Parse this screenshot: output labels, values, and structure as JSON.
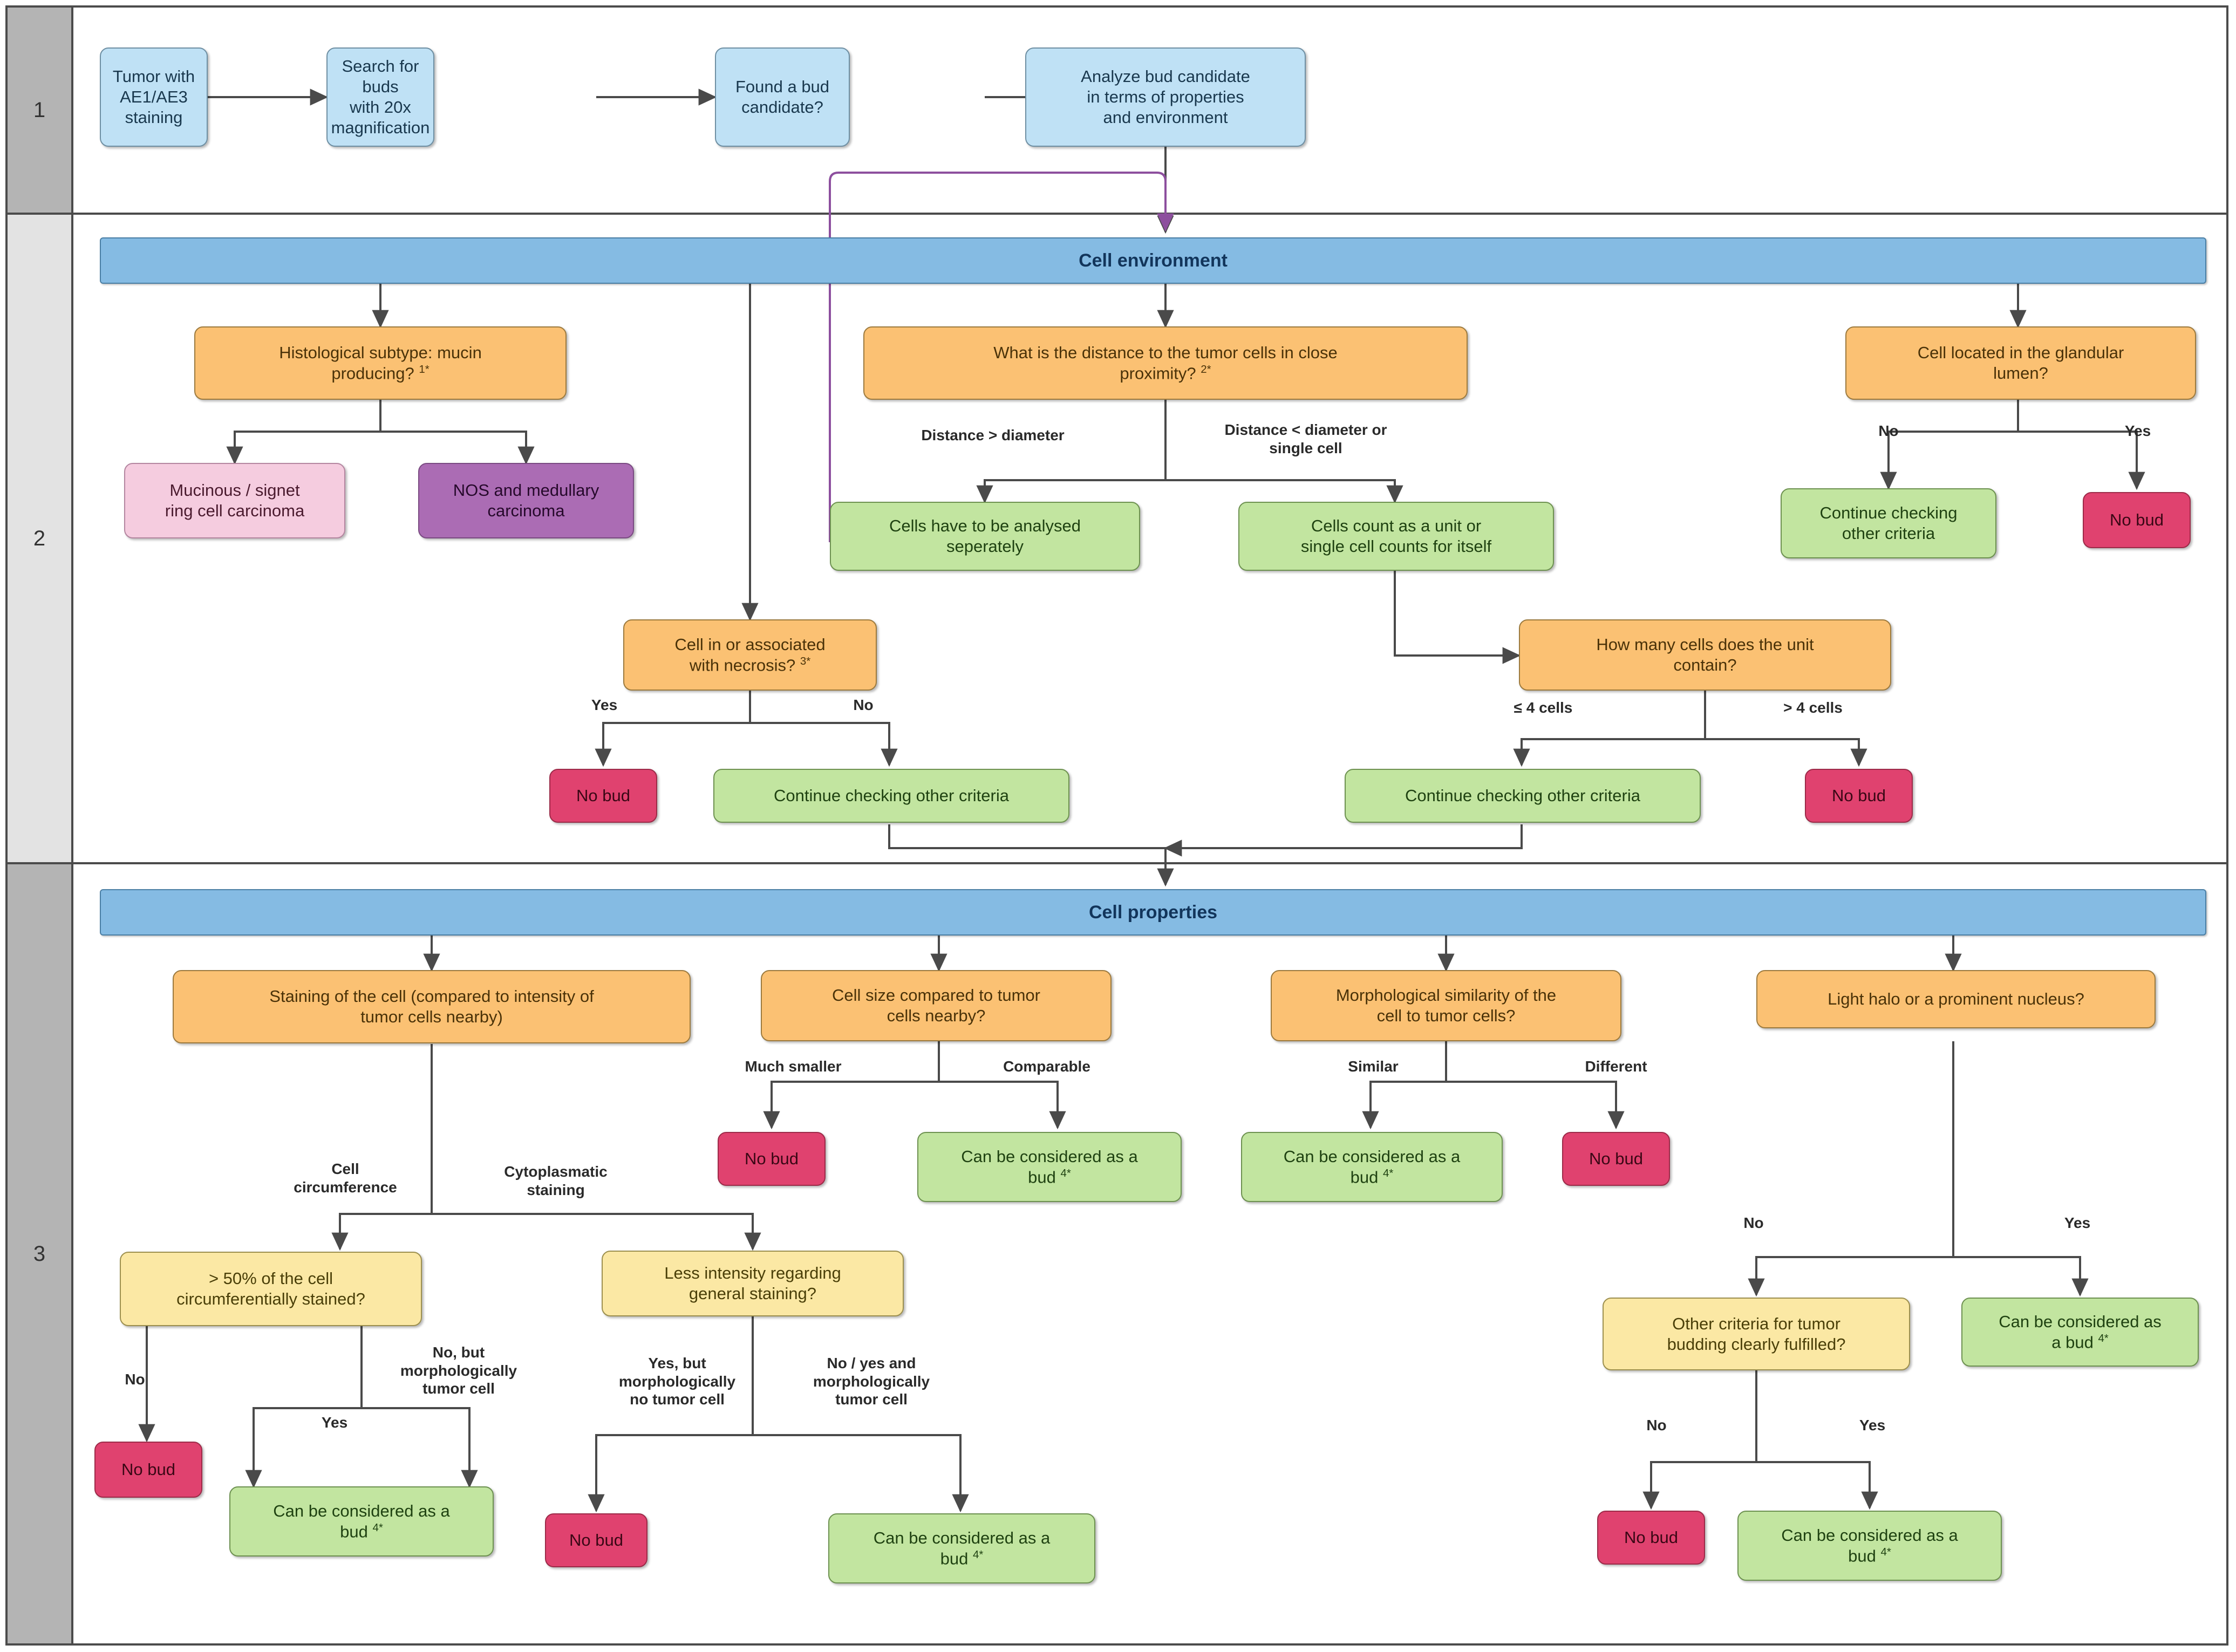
{
  "rows": [
    {
      "number": "1"
    },
    {
      "number": "2"
    },
    {
      "number": "3"
    }
  ],
  "sections": [
    {
      "id": "cell-environment",
      "title": "Cell environment"
    },
    {
      "id": "cell-properties",
      "title": "Cell properties"
    }
  ],
  "row1": {
    "n1": "Tumor with\nAE1/AE3 staining",
    "n2": "Search for buds\nwith 20x\nmagnification",
    "n3": "Found a bud\ncandidate?",
    "n4": "Analyze bud candidate\nin terms of properties\nand environment"
  },
  "row2": {
    "q_histological": "Histological subtype: mucin\nproducing? 1*",
    "r_mucinous": "Mucinous / signet\nring cell carcinoma",
    "r_nos": "NOS and medullary\ncarcinoma",
    "q_distance": "What is the distance to the tumor cells in close\nproximity? 2*",
    "lbl_dist_gt": "Distance > diameter",
    "lbl_dist_lt": "Distance < diameter or\nsingle cell",
    "r_separately": "Cells have to be analysed\nseperately",
    "r_unit": "Cells count as a unit or\nsingle cell counts for itself",
    "q_glandular": "Cell located in the glandular\nlumen?",
    "lbl_gland_no": "No",
    "lbl_gland_yes": "Yes",
    "r_gland_continue": "Continue checking\nother criteria",
    "r_gland_nobud": "No bud",
    "q_necrosis": "Cell in or associated\nwith necrosis? 3*",
    "lbl_necro_yes": "Yes",
    "lbl_necro_no": "No",
    "r_necro_nobud": "No bud",
    "r_necro_continue": "Continue checking other criteria",
    "q_howmany": "How many cells does the unit\ncontain?",
    "lbl_le4": "≤ 4 cells",
    "lbl_gt4": "> 4 cells",
    "r_le4_continue": "Continue checking other criteria",
    "r_gt4_nobud": "No bud"
  },
  "row3": {
    "q_staining": "Staining of the cell (compared to intensity of\ntumor cells nearby)",
    "lbl_circumference": "Cell\ncircumference",
    "lbl_cytoplasmatic": "Cytoplasmatic\nstaining",
    "q_50pct": "> 50% of the cell\ncircumferentially stained?",
    "lbl_50_no": "No",
    "lbl_50_yes": "Yes",
    "lbl_50_nobut": "No, but\nmorphologically\ntumor cell",
    "r_50_nobud": "No bud",
    "r_50_bud": "Can be considered as a\nbud 4*",
    "q_lessintensity": "Less intensity regarding\ngeneral staining?",
    "lbl_li_yesbut": "Yes, but\nmorphologically\nno tumor cell",
    "lbl_li_noyes": "No / yes and\nmorphologically\ntumor cell",
    "r_li_nobud": "No bud",
    "r_li_bud": "Can be considered as a\nbud 4*",
    "q_cellsize": "Cell size compared to tumor\ncells nearby?",
    "lbl_muchsmaller": "Much smaller",
    "lbl_comparable": "Comparable",
    "r_size_nobud": "No bud",
    "r_size_bud": "Can be considered as a\nbud 4*",
    "q_morphological": "Morphological similarity of the\ncell to tumor cells?",
    "lbl_similar": "Similar",
    "lbl_different": "Different",
    "r_morph_bud": "Can be considered as a\nbud 4*",
    "r_morph_nobud": "No bud",
    "q_halo": "Light halo or a prominent nucleus?",
    "lbl_halo_no": "No",
    "lbl_halo_yes": "Yes",
    "r_halo_bud": "Can be considered as\na bud 4*",
    "q_othercriteria": "Other criteria for tumor\nbudding clearly fulfilled?",
    "lbl_oc_no": "No",
    "lbl_oc_yes": "Yes",
    "r_oc_nobud": "No bud",
    "r_oc_bud": "Can be considered as a\nbud 4*"
  },
  "colors": {
    "blue_node": "#bfe1f5",
    "orange_node": "#fbc173",
    "yellow_node": "#fbe8a4",
    "green_node": "#c2e5a0",
    "red_node": "#e0426f",
    "pink_node": "#f5ccdf",
    "purple_node": "#ab6cb4",
    "section_bar": "#85bbe3",
    "loop_arrow": "#8d4f9e",
    "edge": "#4a4a4a"
  }
}
